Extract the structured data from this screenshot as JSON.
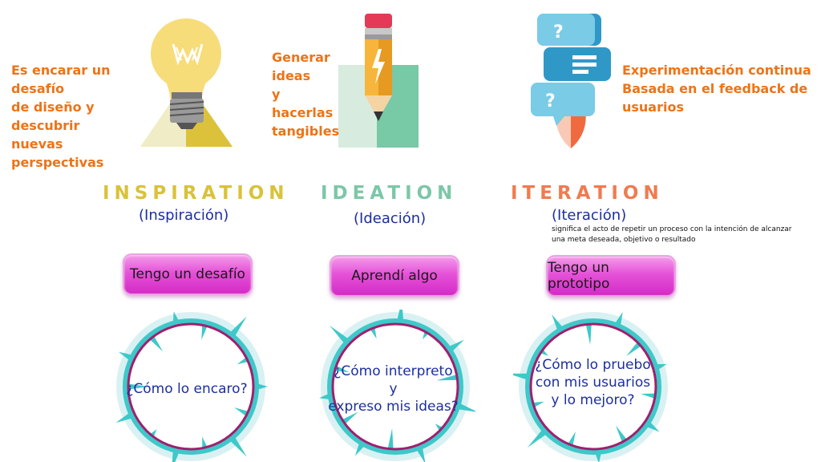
{
  "inspiration": {
    "description": [
      "Es encarar un desafío",
      "de diseño y descubrir",
      "nuevas perspectivas"
    ],
    "title": "INSPIRATION",
    "subtitle": "(Inspiración)",
    "pill": "Tengo un desafío",
    "question": [
      "¿Cómo lo encaro?"
    ],
    "color": "#d9c23a"
  },
  "ideation": {
    "description": [
      "Generar ideas",
      "y hacerlas",
      "tangibles"
    ],
    "title": "IDEATION",
    "subtitle": "(Ideación)",
    "pill": "Aprendí algo",
    "question": [
      "¿Cómo interpreto",
      "y",
      "expreso mis ideas?"
    ],
    "color": "#7cc7a8"
  },
  "iteration": {
    "description": [
      "Experimentación continua",
      "Basada en el feedback de",
      "usuarios"
    ],
    "title": "ITERATION",
    "subtitle": "(Iteración)",
    "definition": [
      "significa el acto de repetir un proceso con la intención de alcanzar",
      "una meta deseada, objetivo o resultado"
    ],
    "pill": "Tengo un prototipo",
    "question": [
      "¿Cómo lo pruebo",
      "con mis usuarios",
      "y lo mejoro?"
    ],
    "color": "#f07b4f"
  },
  "icons": [
    "lightbulb-icon",
    "pencil-icon",
    "speech-bubbles-icon"
  ],
  "colors": {
    "description_text": "#ee7316",
    "subtitle_text": "#1c2f9e",
    "pill": "#e552d8",
    "ring": "#a01f6e",
    "spikes": "#3ec8c9"
  }
}
